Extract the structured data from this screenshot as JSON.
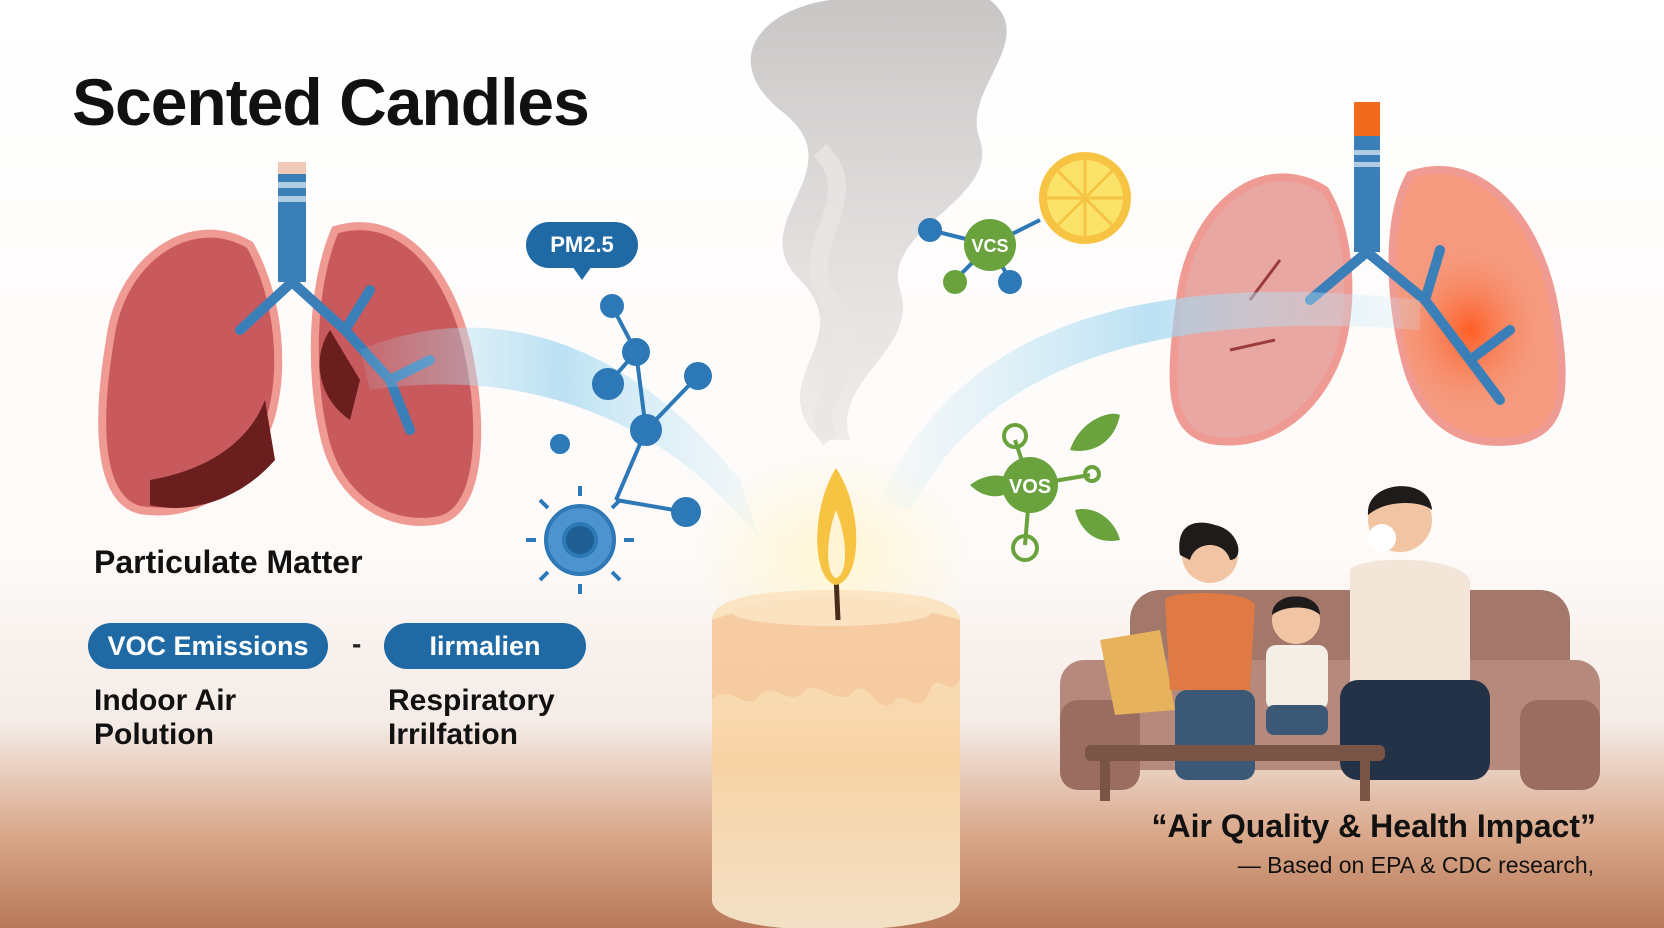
{
  "title": "Scented Candles",
  "labels": {
    "particulate": "Particulate Matter",
    "voc_pill": "VOC Emissions",
    "separator": "-",
    "limonene_pill": "Iirmalien",
    "indoor": "Indoor Air Polution",
    "respiratory": "Respiratory Irrilfation"
  },
  "bubbles": {
    "pm": "PM2.5",
    "vcs": "VCS",
    "vos": "VOS"
  },
  "footer": {
    "quote": "“Air Quality & Health Impact”",
    "source": "— Based on EPA & CDC research,"
  },
  "colors": {
    "accent_blue": "#1f6aa5",
    "lung_red": "#c85a5e",
    "lung_pink": "#e8908e",
    "voc_green": "#6aa33d",
    "flame_yellow": "#f6c343",
    "candle_wax": "#f7d9b0"
  }
}
